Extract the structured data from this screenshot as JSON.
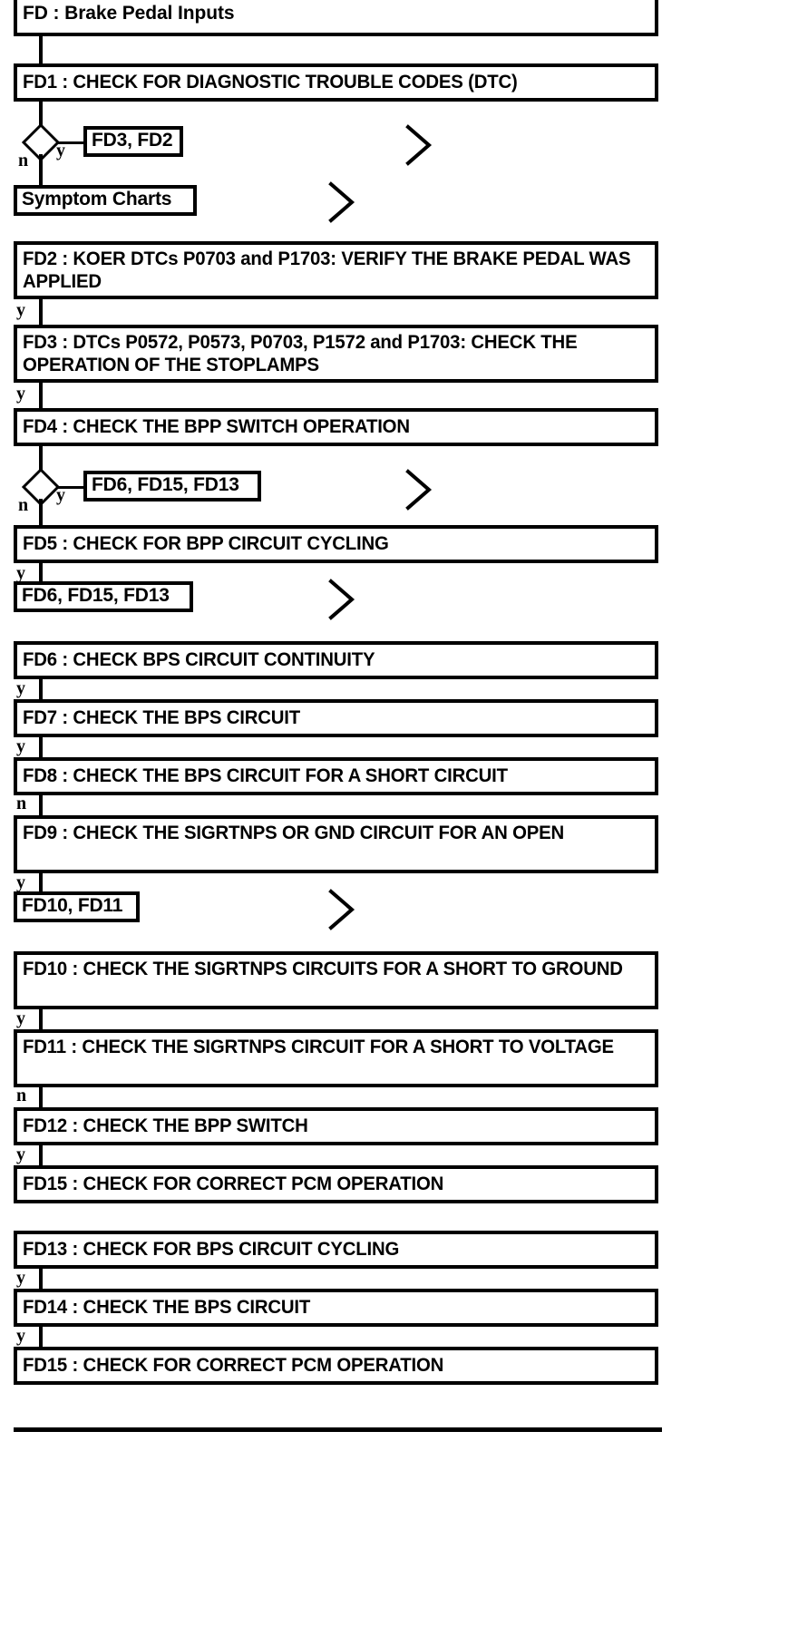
{
  "document": {
    "title": "FD : Brake Pedal Inputs",
    "type": "diagnostic-flowchart",
    "colors": {
      "ink": "#000000",
      "paper": "#ffffff"
    }
  },
  "header": {
    "label": "FD : Brake Pedal Inputs"
  },
  "steps": [
    {
      "id": "FD1",
      "label": "FD1 : CHECK FOR DIAGNOSTIC TROUBLE CODES (DTC)"
    },
    {
      "id": "FD2",
      "label": "FD2 : KOER DTCs P0703 and P1703: VERIFY THE BRAKE PEDAL WAS APPLIED"
    },
    {
      "id": "FD3",
      "label": "FD3 : DTCs P0572, P0573, P0703, P1572 and P1703: CHECK THE OPERATION OF THE STOPLAMPS"
    },
    {
      "id": "FD4",
      "label": "FD4 : CHECK THE BPP SWITCH OPERATION"
    },
    {
      "id": "FD5",
      "label": "FD5 : CHECK FOR BPP CIRCUIT CYCLING"
    },
    {
      "id": "FD6",
      "label": "FD6 : CHECK BPS CIRCUIT CONTINUITY"
    },
    {
      "id": "FD7",
      "label": "FD7 : CHECK THE BPS CIRCUIT"
    },
    {
      "id": "FD8",
      "label": "FD8 : CHECK THE BPS CIRCUIT FOR A SHORT CIRCUIT"
    },
    {
      "id": "FD9",
      "label": "FD9 : CHECK THE SIGRTNPS OR GND CIRCUIT FOR AN OPEN"
    },
    {
      "id": "FD10",
      "label": "FD10 : CHECK THE SIGRTNPS CIRCUITS FOR A SHORT TO GROUND"
    },
    {
      "id": "FD11",
      "label": "FD11 : CHECK THE SIGRTNPS CIRCUIT FOR A SHORT TO VOLTAGE"
    },
    {
      "id": "FD12",
      "label": "FD12 : CHECK THE BPP SWITCH"
    },
    {
      "id": "FD15a",
      "label": "FD15 : CHECK FOR CORRECT PCM OPERATION"
    },
    {
      "id": "FD13",
      "label": "FD13 : CHECK FOR BPS CIRCUIT CYCLING"
    },
    {
      "id": "FD14",
      "label": "FD14 : CHECK THE BPS CIRCUIT"
    },
    {
      "id": "FD15b",
      "label": "FD15 : CHECK FOR CORRECT PCM OPERATION"
    }
  ],
  "references": [
    {
      "id": "ref-fd3-fd2",
      "label": "FD3, FD2"
    },
    {
      "id": "ref-symptom",
      "label": "Symptom Charts"
    },
    {
      "id": "ref-fd6-fd15-fd13-a",
      "label": "FD6, FD15, FD13"
    },
    {
      "id": "ref-fd6-fd15-fd13-b",
      "label": "FD6, FD15, FD13"
    },
    {
      "id": "ref-fd10-fd11",
      "label": "FD10, FD11"
    }
  ],
  "branch_labels": {
    "yes": "y",
    "no": "n"
  },
  "decisions": [
    {
      "id": "decision-fd1",
      "yes": "y",
      "no": "n",
      "yes_target": "FD3, FD2",
      "no_target": "Symptom Charts"
    },
    {
      "id": "decision-fd4",
      "yes": "y",
      "no": "n",
      "yes_target": "FD6, FD15, FD13",
      "no_target": "FD5"
    }
  ],
  "edges": [
    {
      "from": "FD2",
      "label": "y",
      "to": "FD3"
    },
    {
      "from": "FD3",
      "label": "y",
      "to": "FD4"
    },
    {
      "from": "FD5",
      "label": "y",
      "to": "FD6, FD15, FD13"
    },
    {
      "from": "FD6",
      "label": "y",
      "to": "FD7"
    },
    {
      "from": "FD7",
      "label": "y",
      "to": "FD8"
    },
    {
      "from": "FD8",
      "label": "n",
      "to": "FD9"
    },
    {
      "from": "FD9",
      "label": "y",
      "to": "FD10, FD11"
    },
    {
      "from": "FD10",
      "label": "y",
      "to": "FD11"
    },
    {
      "from": "FD11",
      "label": "n",
      "to": "FD12"
    },
    {
      "from": "FD12",
      "label": "y",
      "to": "FD15"
    },
    {
      "from": "FD13",
      "label": "y",
      "to": "FD14"
    },
    {
      "from": "FD14",
      "label": "y",
      "to": "FD15"
    }
  ],
  "icons": {
    "chevron": "chevron-right-icon",
    "decision": "decision-diamond-icon"
  }
}
